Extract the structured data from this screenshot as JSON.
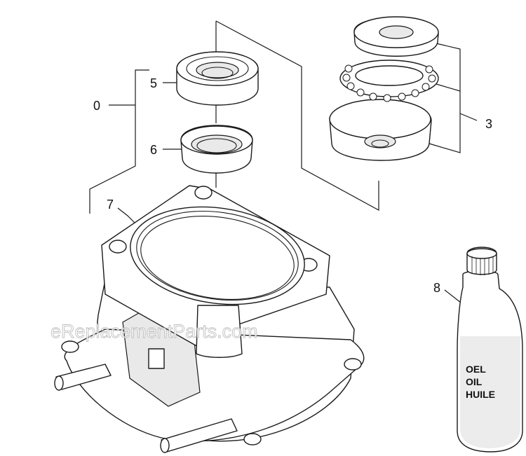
{
  "diagram": {
    "callouts": [
      {
        "id": "0",
        "label": "0"
      },
      {
        "id": "3",
        "label": "3"
      },
      {
        "id": "5",
        "label": "5"
      },
      {
        "id": "6",
        "label": "6"
      },
      {
        "id": "7",
        "label": "7"
      },
      {
        "id": "8",
        "label": "8"
      }
    ],
    "bottle_label": {
      "line1": "OEL",
      "line2": "OIL",
      "line3": "HUILE"
    },
    "watermark": "eReplacementParts.com"
  }
}
